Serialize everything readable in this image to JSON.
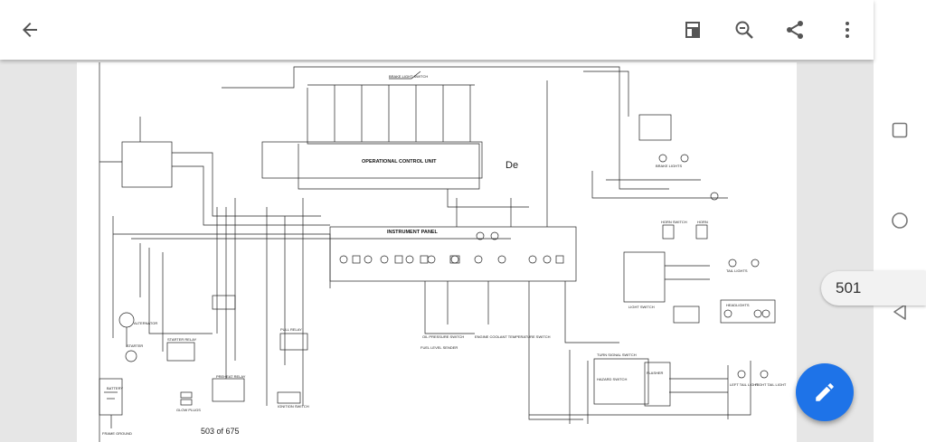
{
  "toolbar": {
    "back_icon": "arrow-left-icon",
    "icons": [
      "document-view-icon",
      "zoom-out-icon",
      "share-icon",
      "more-vert-icon"
    ]
  },
  "document": {
    "page_counter": "503 of 675",
    "stray_text": "De",
    "labels": {
      "operational_control_unit": "OPERATIONAL CONTROL UNIT",
      "instrument_panel": "INSTRUMENT PANEL",
      "battery": "BATTERY",
      "alternator": "ALTERNATOR",
      "starter": "STARTER",
      "starter_relay": "STARTER RELAY",
      "preheat_relay": "PREHEAT RELAY",
      "glow_plugs": "GLOW PLUGS",
      "pull_relay": "PULL RELAY",
      "ignition_switch": "IGNITION SWITCH",
      "light_switch": "LIGHT SWITCH",
      "headlights": "HEADLIGHTS",
      "brake_lights": "BRAKE LIGHTS",
      "tail_lights": "TAIL LIGHTS",
      "turn_signal_switch": "TURN SIGNAL SWITCH",
      "hazard_switch": "HAZARD SWITCH",
      "flasher": "FLASHER",
      "horn": "HORN",
      "horn_switch": "HORN SWITCH",
      "frame_ground": "FRAME GROUND",
      "left_tail_light": "LEFT TAIL LIGHT",
      "right_tail_light": "RIGHT TAIL LIGHT",
      "oil_pressure_switch": "OIL PRESSURE SWITCH",
      "fuel_level_sender": "FUEL LEVEL SENDER",
      "engine_coolant_temp_switch": "ENGINE COOLANT TEMPERATURE SWITCH",
      "brake_light_switch": "BRAKE LIGHT SWITCH"
    }
  },
  "page_badge": "501",
  "fab": {
    "icon": "edit-pencil-icon"
  },
  "system_nav": {
    "icons": [
      "recents-square-icon",
      "home-circle-icon",
      "back-triangle-icon"
    ]
  },
  "colors": {
    "fab": "#1e73e8",
    "icon": "#555555",
    "toolbar": "#ffffff"
  }
}
